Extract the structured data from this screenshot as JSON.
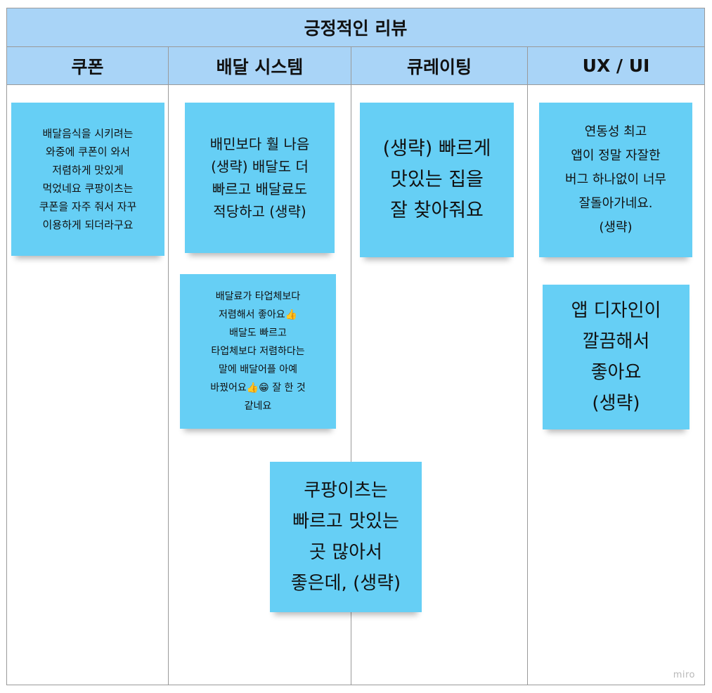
{
  "board": {
    "title": "긍정적인 리뷰",
    "columns": [
      "쿠폰",
      "배달 시스템",
      "큐레이팅",
      "UX / UI"
    ],
    "watermark": "miro"
  },
  "colors": {
    "header_bg": "#a9d4f7",
    "note_bg": "#66cff5",
    "grid_line": "#9a9a9a"
  },
  "notes": {
    "coupon_1": "배달음식을 시키려는\n와중에 쿠폰이 와서\n저렴하게 맛있게\n먹었네요 쿠팡이츠는\n쿠폰을 자주 줘서 자꾸\n이용하게 되더라구요",
    "delivery_1": "배민보다 훨 나음\n(생략) 배달도 더\n빠르고 배달료도\n적당하고 (생략)",
    "delivery_2": "배달료가 타업체보다\n저렴해서 좋아요👍\n배달도 빠르고\n타업체보다 저렴하다는\n말에 배달어플 아예\n바꿨어요👍😁 잘 한 것\n같네요",
    "delivery_3": "쿠팡이츠는\n빠르고 맛있는\n곳 많아서\n좋은데, (생략)",
    "curation_1": "(생략) 빠르게\n맛있는 집을\n잘 찾아줘요",
    "uxui_1": "연동성 최고\n앱이 정말 자잘한\n버그 하나없이 너무\n잘돌아가네요.\n(생략)",
    "uxui_2": "앱 디자인이\n깔끔해서\n좋아요\n(생략)"
  }
}
